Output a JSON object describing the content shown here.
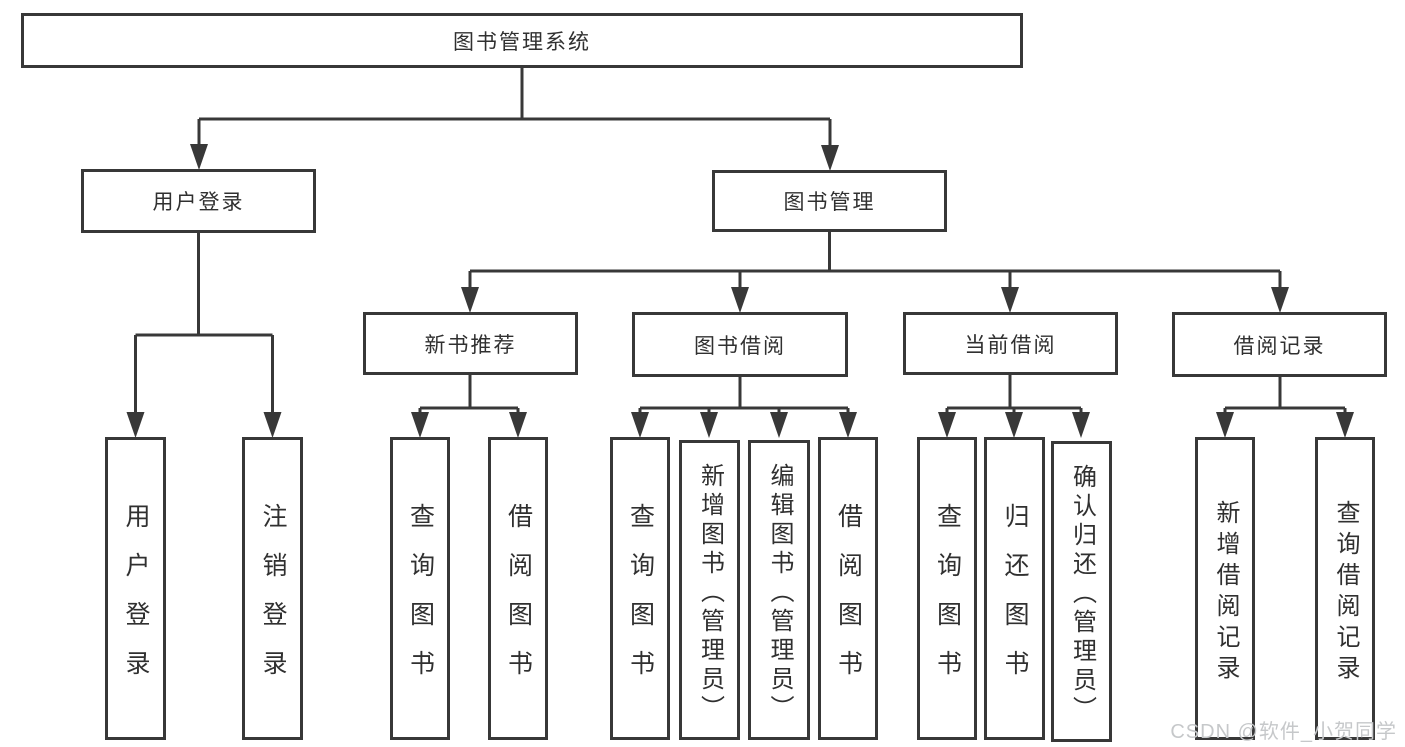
{
  "diagram_title": "图书管理系统",
  "nodes": {
    "root": "图书管理系统",
    "user_login": "用户登录",
    "book_mgmt": "图书管理",
    "new_books": "新书推荐",
    "book_borrow": "图书借阅",
    "current_borrow": "当前借阅",
    "borrow_records": "借阅记录",
    "leaf_user_login": "用户登录",
    "leaf_logout": "注销登录",
    "nb_query_books": "查询图书",
    "nb_borrow_books": "借阅图书",
    "bb_query_books": "查询图书",
    "bb_add_books": "新增图书（管理员）",
    "bb_edit_books": "编辑图书（管理员）",
    "bb_borrow_books": "借阅图书",
    "cb_query_books": "查询图书",
    "cb_return_books": "归还图书",
    "cb_confirm_return": "确认归还（管理员）",
    "br_add_record": "新增借阅记录",
    "br_query_record": "查询借阅记录"
  },
  "watermark": "CSDN @软件_小贺同学",
  "colors": {
    "line": "#383838",
    "text": "#303030",
    "watermark": "#c6c8ca",
    "background": "#ffffff"
  }
}
